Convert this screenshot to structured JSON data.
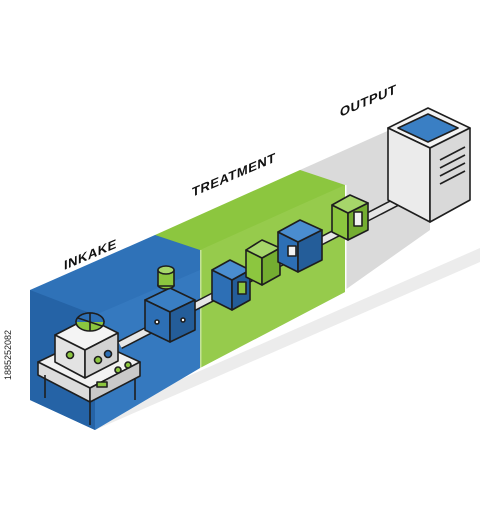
{
  "sections": [
    {
      "label": "INKAKE",
      "color": "#2f72b8"
    },
    {
      "label": "TREATMENT",
      "color": "#7fbf4a"
    },
    {
      "label": "OUTPUT",
      "color": "#d9d9d9"
    }
  ],
  "stock_id": "1885252082",
  "colors": {
    "blue": "#2d6fb5",
    "green": "#8cc63f",
    "outline": "#1e1e1e",
    "gray": "#e6e6e6"
  }
}
